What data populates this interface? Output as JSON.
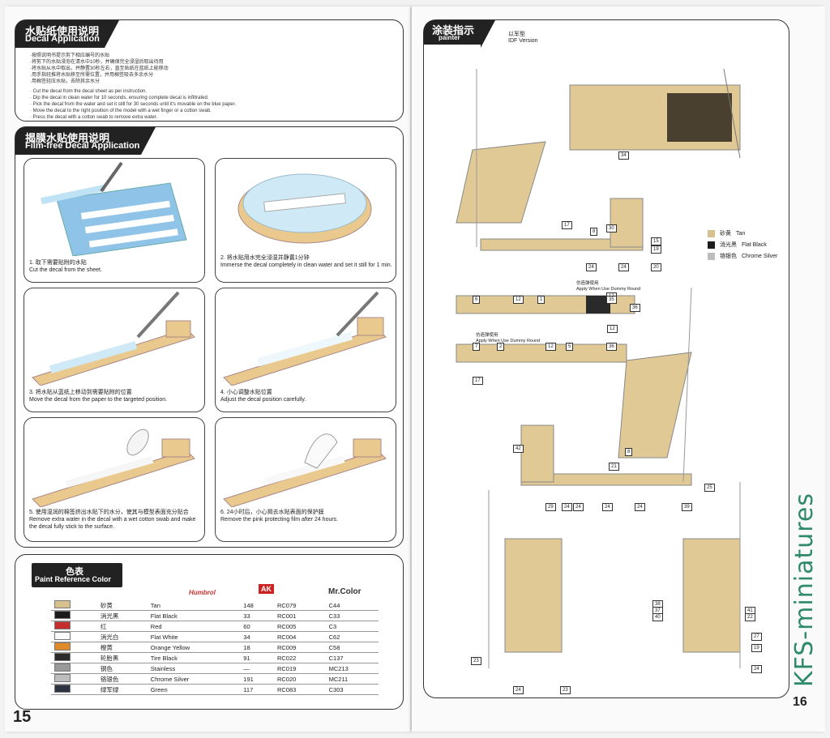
{
  "left_page": {
    "page_number": "15",
    "decal_section": {
      "title_cn": "水贴纸使用说明",
      "title_en": "Decal Application",
      "instructions_cn": [
        "·按照说明书提示剪下相应编号的水贴",
        "·将剪下的水贴浸泡在清水中10秒，并确保完全浸湿后取出待用",
        "·将水贴从水中取出，并静置30秒左右，直至贴纸在蓝纸上能移动",
        "·用手指轻推将水贴移至所需位置，并用棉签吸去多余水分",
        "·用棉签轻压水贴，去除其余水分"
      ],
      "instructions_en": [
        "· Cut the decal from the decal sheet as per instruction.",
        "· Dip the decal in clean water for 10 seconds, ensuring complete decal is infiltrated.",
        "· Pick the decal from the water and set it still for 30 seconds until it's movable on the blue paper.",
        "· Move the decal to the right position of the model with a wet finger or a cotton swab.",
        "· Press the decal with a cotton swab to remove extra water."
      ]
    },
    "film_free_section": {
      "title_cn": "揭膜水贴使用说明",
      "title_en": "Film-free Decal Application",
      "steps": [
        {
          "cn": "1. 取下需要贴附的水贴",
          "en": "Cut the decal from the sheet."
        },
        {
          "cn": "2. 将水贴用水完全浸湿并静置1分钟",
          "en": "Immerse the decal completely in clean water and set it still for 1 min."
        },
        {
          "cn": "3. 将水贴从蓝纸上移动到需要贴附的位置",
          "en": "Move the decal from the paper to the targeted position."
        },
        {
          "cn": "4. 小心调整水贴位置",
          "en": "Adjust the decal position carefully."
        },
        {
          "cn": "5. 使用湿润的棉签挤出水贴下的水分，使其与模型表面充分贴合",
          "en": "Remove extra water in the decal with a wet cotton swab and make the decal fully stick to the surface."
        },
        {
          "cn": "6. 24小时后，小心揭去水贴表面的保护膜",
          "en": "Remove the pink protecting film after 24 hours."
        }
      ]
    },
    "paint_reference": {
      "title_cn": "色表",
      "title_en": "Paint Reference Color",
      "brand_headers": [
        "Humbrol",
        "AK",
        "Mr.Color"
      ],
      "rows": [
        {
          "cn": "砂黄",
          "en": "Tan",
          "color": "#d8bf8e",
          "humbrol": "148",
          "ak": "RC079",
          "mrcolor": "C44"
        },
        {
          "cn": "消光黑",
          "en": "Flat Black",
          "color": "#1c1c1c",
          "humbrol": "33",
          "ak": "RC001",
          "mrcolor": "C33"
        },
        {
          "cn": "红",
          "en": "Red",
          "color": "#c62d2d",
          "humbrol": "60",
          "ak": "RC005",
          "mrcolor": "C3"
        },
        {
          "cn": "消光白",
          "en": "Flat White",
          "color": "#fbfbfb",
          "humbrol": "34",
          "ak": "RC004",
          "mrcolor": "C62"
        },
        {
          "cn": "橙黄",
          "en": "Orange Yellow",
          "color": "#e08a2a",
          "humbrol": "18",
          "ak": "RC009",
          "mrcolor": "C58"
        },
        {
          "cn": "轮胎黑",
          "en": "Tire Black",
          "color": "#2c2a2a",
          "humbrol": "91",
          "ak": "RC022",
          "mrcolor": "C137"
        },
        {
          "cn": "钢色",
          "en": "Stainless",
          "color": "#9a9a9a",
          "humbrol": "—",
          "ak": "RC019",
          "mrcolor": "MC213"
        },
        {
          "cn": "铬银色",
          "en": "Chrome Silver",
          "color": "#bdbdbd",
          "humbrol": "191",
          "ak": "RC020",
          "mrcolor": "MC211"
        },
        {
          "cn": "绿军绿",
          "en": "Green",
          "color": "#2d3340",
          "humbrol": "117",
          "ak": "RC083",
          "mrcolor": "C303"
        }
      ]
    }
  },
  "right_page": {
    "page_number": "16",
    "title_cn": "涂装指示",
    "title_en": "painter",
    "version_cn": "以军型",
    "version_en": "IDF Version",
    "legend": [
      {
        "cn": "砂黄",
        "en": "Tan",
        "color": "#d8bf8e"
      },
      {
        "cn": "消光黑",
        "en": "Flat Black",
        "color": "#1c1c1c"
      },
      {
        "cn": "铬银色",
        "en": "Chrome Silver",
        "color": "#bdbdbd"
      }
    ],
    "dummy_note_1": {
      "cn": "仿造弹使用",
      "en": "Apply When Use Dummy Round"
    },
    "dummy_note_2": {
      "cn": "仿造弹使用",
      "en": "Apply When Use Dummy Round"
    },
    "callouts": [
      "34",
      "17",
      "8",
      "30",
      "15",
      "19",
      "24",
      "24",
      "20",
      "6",
      "12",
      "1",
      "12",
      "35",
      "36",
      "12",
      "7",
      "2",
      "12",
      "5",
      "36",
      "17",
      "8",
      "21",
      "42",
      "25",
      "29",
      "24",
      "24",
      "24",
      "24",
      "39",
      "38",
      "37",
      "40",
      "41",
      "22",
      "27",
      "19",
      "23",
      "24",
      "24",
      "23"
    ],
    "watermark": "KFS-miniatures"
  },
  "colors": {
    "header": "#222222",
    "tan": "#d8bf8e",
    "watermark": "#2e8a6a"
  }
}
